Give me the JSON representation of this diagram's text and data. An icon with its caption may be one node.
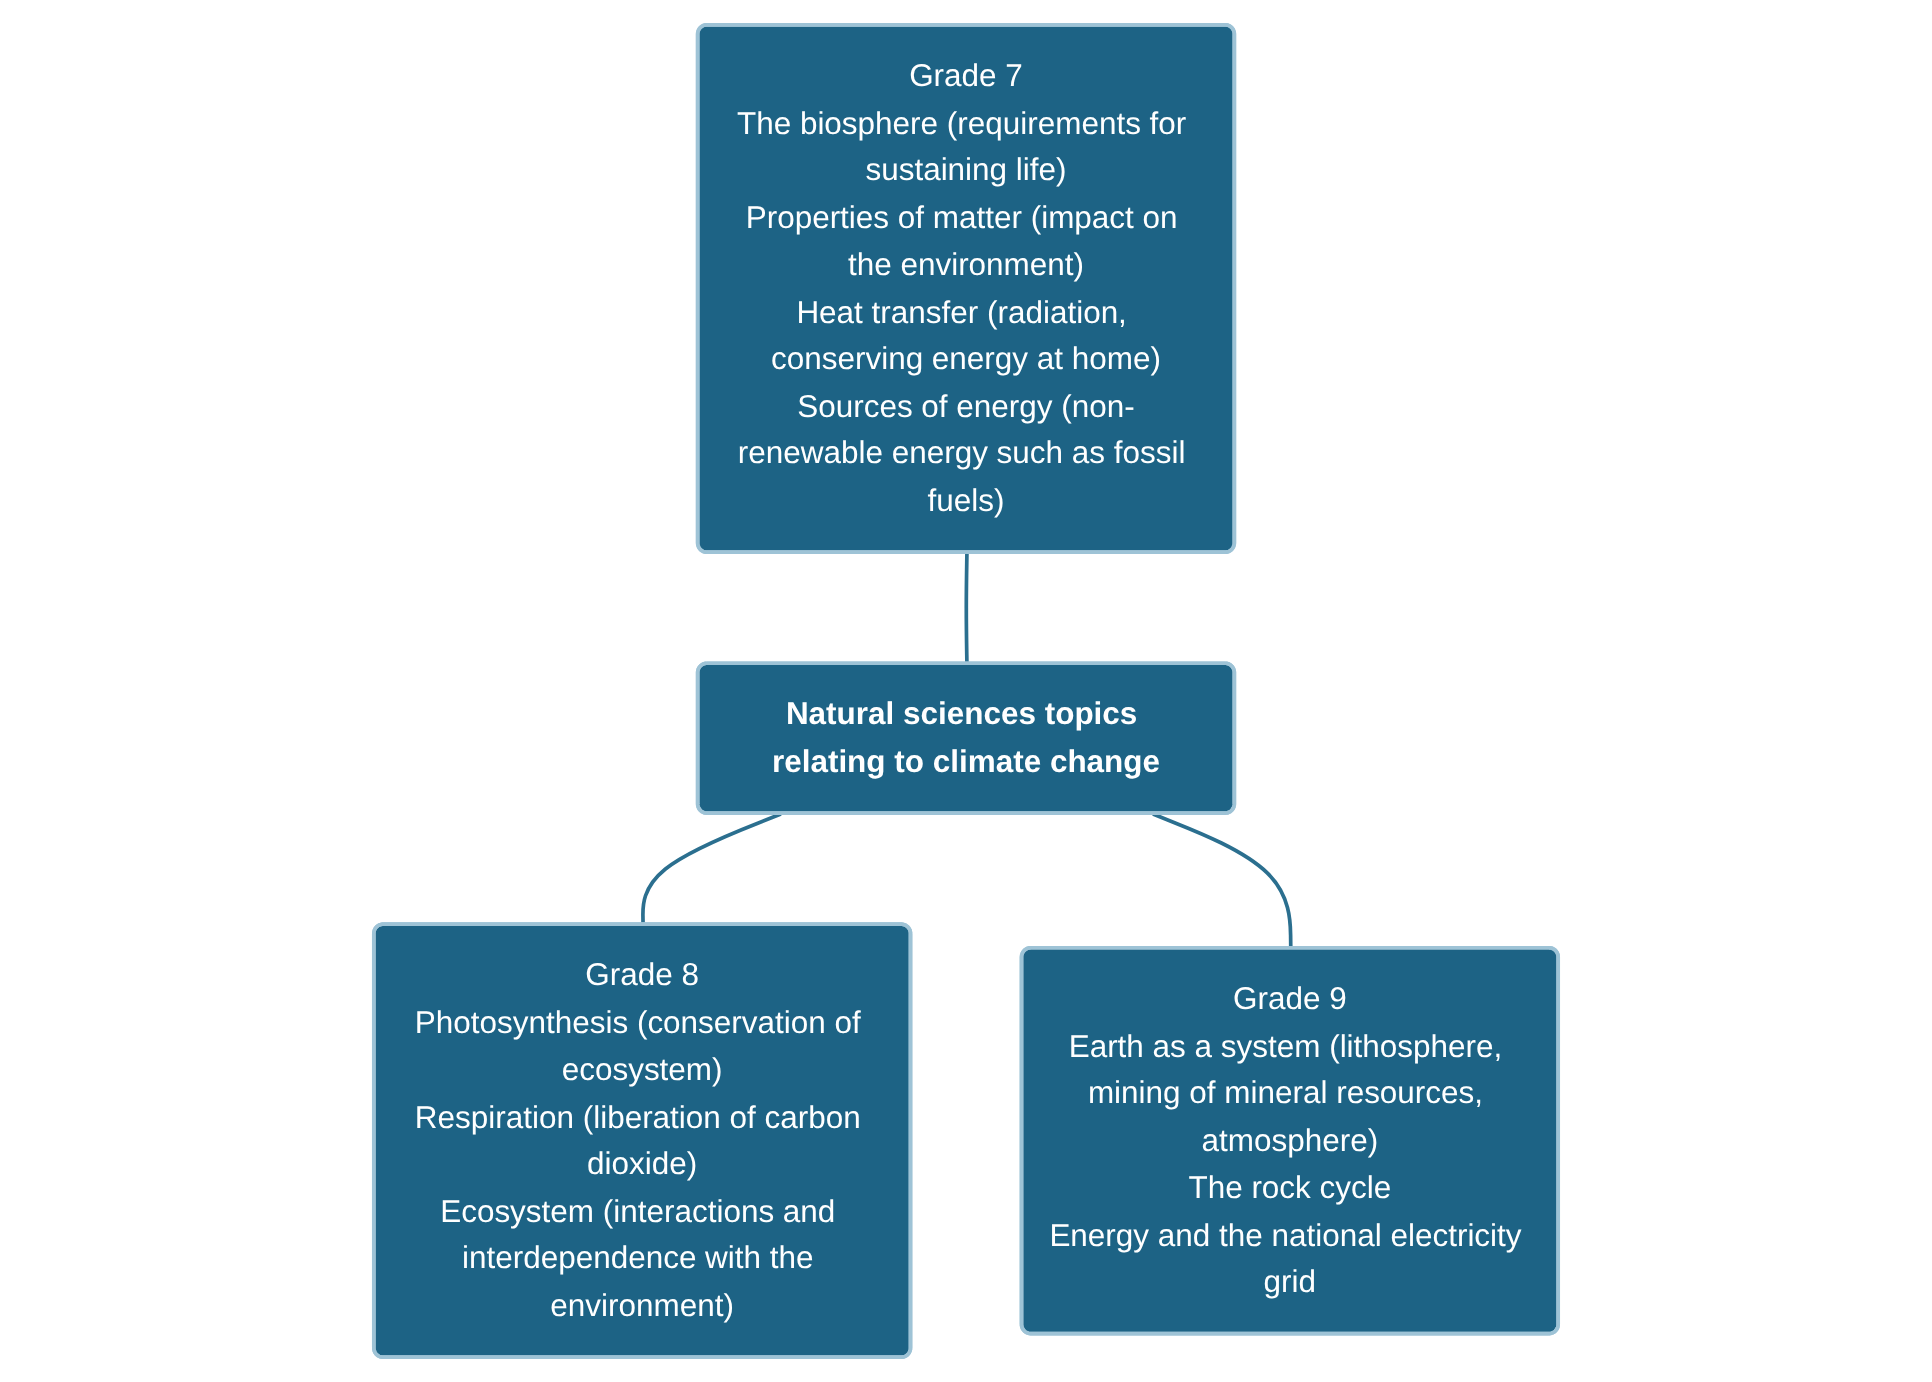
{
  "diagram": {
    "nodes": [
      {
        "text": [
          "Grade 7",
          "The biosphere (requirements for sustaining life)",
          "Properties of matter (impact on the environment)",
          "Heat transfer (radiation, conserving energy at home)",
          "Sources of energy (non-renewable energy such as fossil fuels)"
        ]
      },
      {
        "text": [
          "Grade 8",
          "Photosynthesis (conservation of ecosystem)",
          "Respiration (liberation of carbon dioxide)",
          "Ecosystem (interactions and interdependence with the environment)"
        ]
      },
      {
        "text": [
          "Natural sciences topics relating to climate change"
        ]
      },
      {
        "text": [
          "Grade 9",
          "Earth as a system (lithosphere, mining of mineral resources, atmosphere)",
          "The rock cycle",
          "Energy and the national electricity grid"
        ]
      }
    ],
    "edges": [
      {
        "from": 0,
        "to": 2,
        "arrow": "none"
      },
      {
        "from": 2,
        "to": 1,
        "arrow": "none"
      },
      {
        "from": 2,
        "to": 3,
        "arrow": "none"
      }
    ]
  }
}
